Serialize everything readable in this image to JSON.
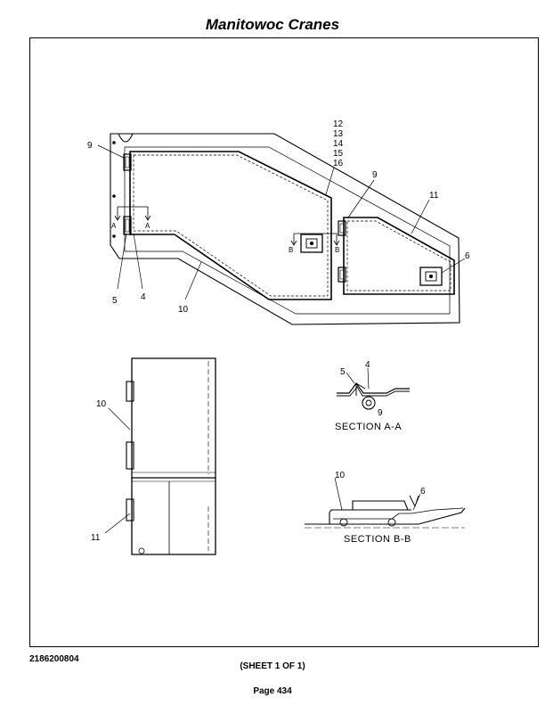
{
  "header": {
    "title": "Manitowoc Cranes"
  },
  "callouts": {
    "c9": "9",
    "c12": "12",
    "c13": "13",
    "c14": "14",
    "c15": "15",
    "c16": "16",
    "c11": "11",
    "c6": "6",
    "c5": "5",
    "c4": "4",
    "c10": "10",
    "a_left": "A",
    "a_right": "A",
    "b_left": "B",
    "b_right": "B"
  },
  "side_view": {
    "c10": "10",
    "c11": "11"
  },
  "section_aa": {
    "c5": "5",
    "c4": "4",
    "c9": "9",
    "caption": "SECTION A-A"
  },
  "section_bb": {
    "c10": "10",
    "c6": "6",
    "caption": "SECTION B-B"
  },
  "footer": {
    "doc_number": "2186200804",
    "sheet": "(SHEET 1 OF 1)",
    "page": "Page 434"
  }
}
